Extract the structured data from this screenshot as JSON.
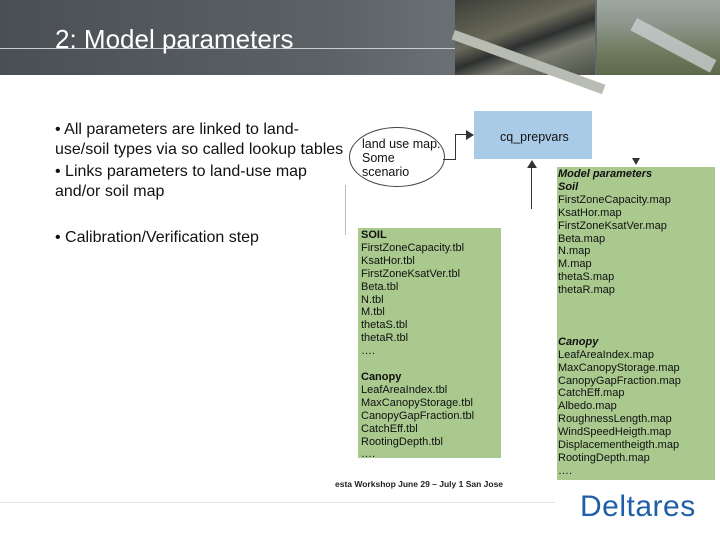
{
  "slide": {
    "title": "2: Model parameters"
  },
  "bullets": [
    "• All parameters are linked to land-use/soil types via so called lookup tables",
    "• Links parameters to land-use map and/or soil map",
    "• Calibration/Verification step"
  ],
  "diagram": {
    "cloud_label": "land use map. Some scenario",
    "prep_label": "cq_prepvars",
    "soil_items": [
      "SOIL",
      "FirstZoneCapacity.tbl",
      "KsatHor.tbl",
      "FirstZoneKsatVer.tbl",
      "Beta.tbl",
      "N.tbl",
      "M.tbl",
      "thetaS.tbl",
      "thetaR.tbl",
      "….",
      "",
      "Canopy",
      "LeafAreaIndex.tbl",
      "MaxCanopyStorage.tbl",
      "CanopyGapFraction.tbl",
      "CatchEff.tbl",
      "RootingDepth.tbl",
      "…."
    ],
    "param_items": [
      "Model parameters",
      "Soil",
      "FirstZoneCapacity.map",
      "KsatHor.map",
      "FirstZoneKsatVer.map",
      "Beta.map",
      "N.map",
      "M.map",
      "thetaS.map",
      "thetaR.map",
      "",
      "",
      "",
      "Canopy",
      "LeafAreaIndex.map",
      "MaxCanopyStorage.map",
      "CanopyGapFraction.map",
      "CatchEff.map",
      "Albedo.map",
      "RoughnessLength.map",
      "WindSpeedHeigth.map",
      "Displacementheigth.map",
      "RootingDepth.map",
      "…."
    ],
    "workshop_caption": "esta Workshop June 29 – July 1 San Jose"
  },
  "logo": {
    "text": "Deltares",
    "color": "#1f5fa8"
  }
}
